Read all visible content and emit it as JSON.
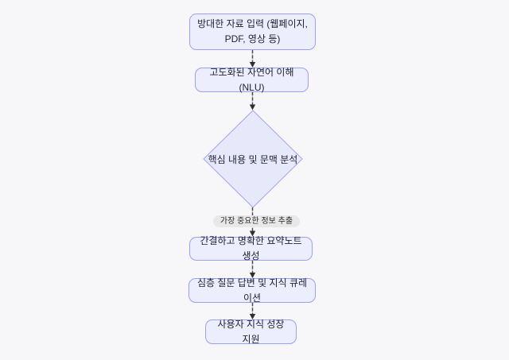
{
  "theme": {
    "background": "#F7F7F9",
    "node_fill": "#ECEDFD",
    "node_border": "#99A1F2",
    "diamond_fill": "#E7E9FA",
    "diamond_border": "#9FA6EE",
    "text_color": "#1E2130",
    "edge_color": "#4A4A4A",
    "edge_underlay": "#BDBDBD",
    "arrowhead_color": "#2F2F2F",
    "label_bg": "#E8E8E8",
    "label_text": "#2B2B2B"
  },
  "flowchart": {
    "direction": "top-down",
    "nodes": {
      "input": {
        "type": "rounded-rect",
        "label": "방대한 자료 입력 (웹페이지, PDF, 영상 등)"
      },
      "nlu": {
        "type": "rounded-rect",
        "label": "고도화된 자연어 이해 (NLU)"
      },
      "analyze": {
        "type": "diamond",
        "label": "핵심 내용 및 문맥 분석"
      },
      "summary": {
        "type": "rounded-rect",
        "label": "간결하고 명확한 요약노트 생성"
      },
      "qa": {
        "type": "rounded-rect",
        "label": "심층 질문 답변 및 지식 큐레이션"
      },
      "growth": {
        "type": "rounded-rect",
        "label": "사용자 지식 성장 지원"
      }
    },
    "edges": [
      {
        "from": "input",
        "to": "nlu",
        "label": ""
      },
      {
        "from": "nlu",
        "to": "analyze",
        "label": ""
      },
      {
        "from": "analyze",
        "to": "summary",
        "label": "가장 중요한 정보 추출"
      },
      {
        "from": "summary",
        "to": "qa",
        "label": ""
      },
      {
        "from": "qa",
        "to": "growth",
        "label": ""
      }
    ],
    "extract_label": "가장 중요한 정보 추출"
  }
}
